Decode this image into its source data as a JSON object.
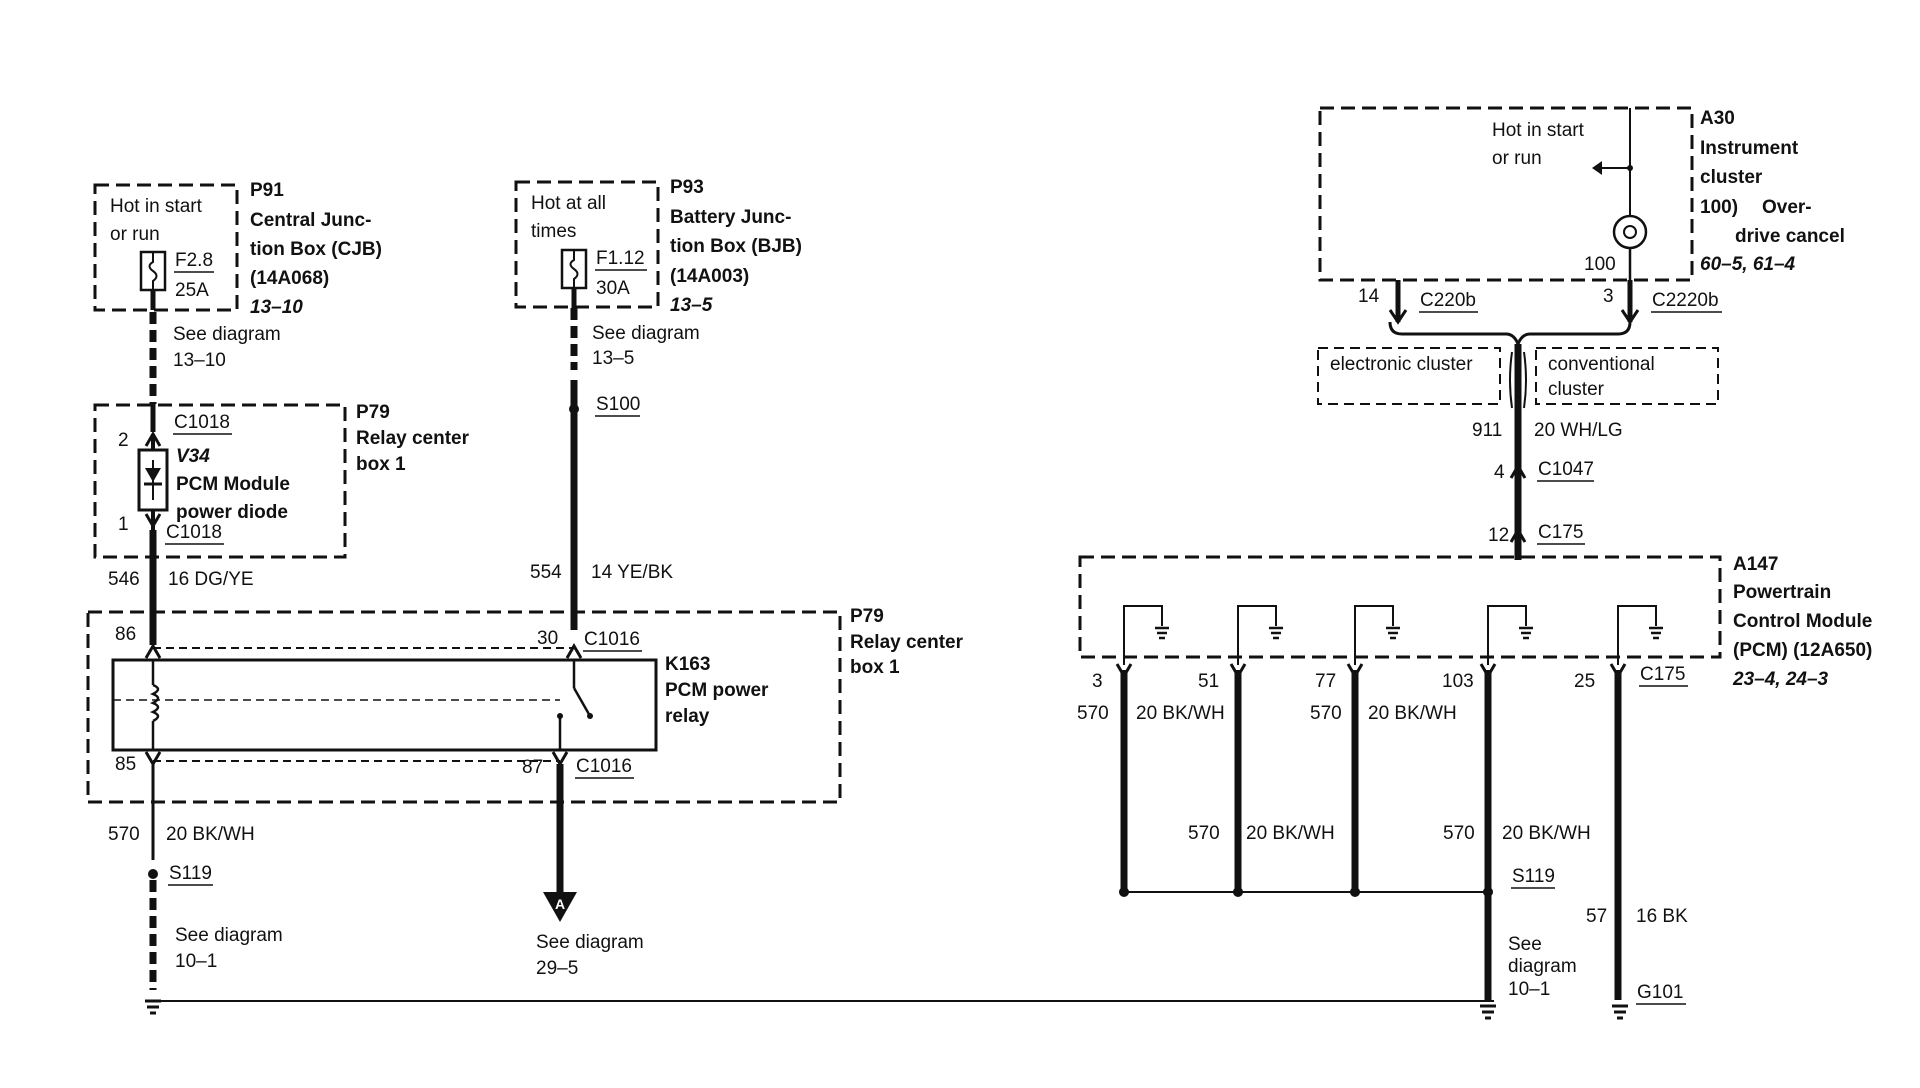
{
  "p91": {
    "hot": [
      "Hot in start",
      "or run"
    ],
    "fuse": [
      "F2.8",
      "25A"
    ],
    "title": [
      "P91",
      "Central Junc-",
      "tion Box (CJB)",
      "(14A068)"
    ],
    "ref": "13–10",
    "see": [
      "See diagram",
      "13–10"
    ]
  },
  "p93": {
    "hot": [
      "Hot at all",
      "times"
    ],
    "fuse": [
      "F1.12",
      "30A"
    ],
    "title": [
      "P93",
      "Battery Junc-",
      "tion Box (BJB)",
      "(14A003)"
    ],
    "ref": "13–5",
    "see": [
      "See diagram",
      "13–5"
    ],
    "splice": "S100"
  },
  "p79a": {
    "title": [
      "P79",
      "Relay center",
      "box 1"
    ],
    "conn_top": "C1018",
    "conn_bot": "C1018",
    "pin_top": "2",
    "pin_bot": "1",
    "diode": [
      "V34",
      "PCM Module",
      "power diode"
    ]
  },
  "wire546": {
    "num": "546",
    "spec": "16 DG/YE"
  },
  "wire554": {
    "num": "554",
    "spec": "14 YE/BK"
  },
  "p79b": {
    "title": [
      "P79",
      "Relay center",
      "box 1"
    ],
    "relay": [
      "K163",
      "PCM power",
      "relay"
    ],
    "pins": {
      "p86": "86",
      "p85": "85",
      "p30": "30",
      "p87": "87"
    },
    "conn": "C1016"
  },
  "wire570_left": {
    "num": "570",
    "spec": "20 BK/WH",
    "splice": "S119",
    "see": [
      "See diagram",
      "10–1"
    ]
  },
  "arrow_a": {
    "label": "A",
    "see": [
      "See diagram",
      "29–5"
    ]
  },
  "a30": {
    "hot": [
      "Hot in start",
      "or run"
    ],
    "title": [
      "A30",
      "Instrument",
      "cluster"
    ],
    "detail": [
      "100)",
      "Over-",
      "drive cancel"
    ],
    "ref": "60–5, 61–4",
    "pin_100": "100",
    "pin_14": "14",
    "pin_3": "3",
    "conn_left": "C220b",
    "conn_right": "C2220b"
  },
  "clusters": {
    "electronic": "electronic cluster",
    "conventional": [
      "conventional",
      "cluster"
    ]
  },
  "wire911": {
    "num": "911",
    "spec": "20 WH/LG",
    "pin4": "4",
    "c1047": "C1047",
    "pin12": "12",
    "c175": "C175"
  },
  "a147": {
    "title": [
      "A147",
      "Powertrain",
      "Control Module",
      "(PCM) (12A650)"
    ],
    "ref": "23–4, 24–3",
    "pins": [
      "3",
      "51",
      "77",
      "103",
      "25"
    ],
    "conn": "C175"
  },
  "pcm_wires": {
    "num": "570",
    "spec": "20 BK/WH",
    "splice": "S119",
    "see": [
      "See",
      "diagram",
      "10–1"
    ],
    "gnd_num": "57",
    "gnd_spec": "16 BK",
    "ground": "G101"
  }
}
